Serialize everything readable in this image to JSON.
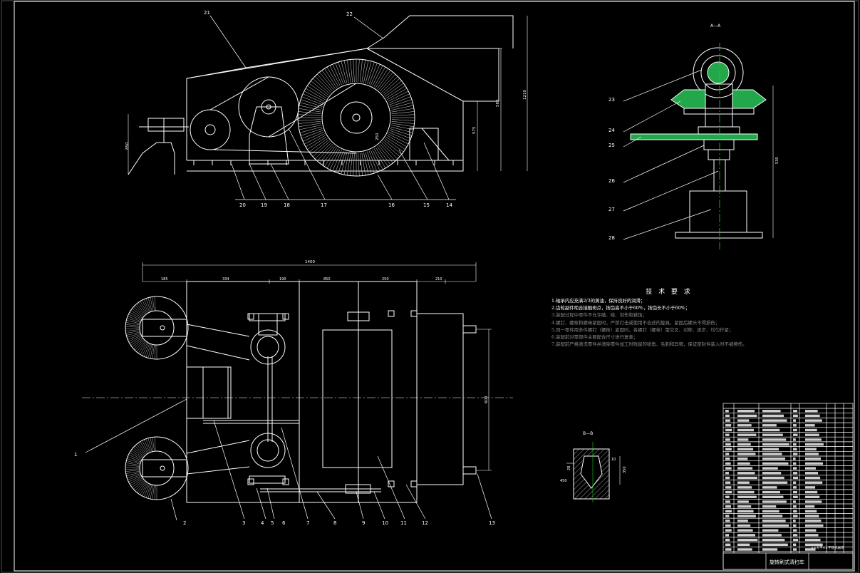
{
  "drawing": {
    "background": "#000000",
    "line_color": "#ffffff",
    "section_fill": "#22a84a",
    "centerline_color": "#1fd31f",
    "title_block_name": "旋转刷式清扫车",
    "title_block_org": "××大学××学院机械系",
    "section_aa_label": "A—A",
    "section_bb_label": "B—B"
  },
  "tech_requirements": {
    "title": "技 术 要 求",
    "lines": [
      "1.轴承内应充满2/3的黄油，保持良好的润滑；",
      "2.齿轮副件啮合接触斑点，按齿高不小于60%，按齿长不小于60%；",
      "3.装配过程中零件不允许磕、碰、划伤和锈蚀；",
      "4.螺钉、螺栓和螺母紧固时，严禁打击或使用不合适的旋具，紧固后螺头不得损伤；",
      "5.同一零件用多件螺钉（螺栓）紧固时，各螺钉（螺栓）需交叉、对称、逐步、均匀拧紧；",
      "6.装配前对零部件主要配合尺寸进行复查；",
      "7.装配前严格清洗零件并清除零件加工时残留的锐角、毛刺和异物，保证密封件装入时不被擦伤。"
    ]
  },
  "front_view": {
    "callouts": [
      "21",
      "22",
      "20",
      "19",
      "18",
      "17",
      "16",
      "15",
      "14"
    ],
    "dims": [
      "1210",
      "580",
      "850",
      "250",
      "575"
    ]
  },
  "plan_view": {
    "callouts": [
      "1",
      "2",
      "3",
      "4",
      "5",
      "6",
      "7",
      "8",
      "9",
      "10",
      "11",
      "12",
      "13"
    ],
    "overall_dim": "1400",
    "segment_dims": [
      "185",
      "334",
      "190",
      "850",
      "250",
      "210"
    ],
    "width_dim": "600"
  },
  "section_aa": {
    "callouts": [
      "23",
      "24",
      "25",
      "26",
      "27",
      "28"
    ],
    "height_dim": "530"
  },
  "section_bb": {
    "dims": [
      "450",
      "350",
      "10",
      "28"
    ]
  },
  "parts_table": {
    "headers": [
      "序号",
      "代号",
      "名称",
      "数量",
      "材料",
      "单件",
      "总计",
      "重量",
      "备注"
    ]
  }
}
